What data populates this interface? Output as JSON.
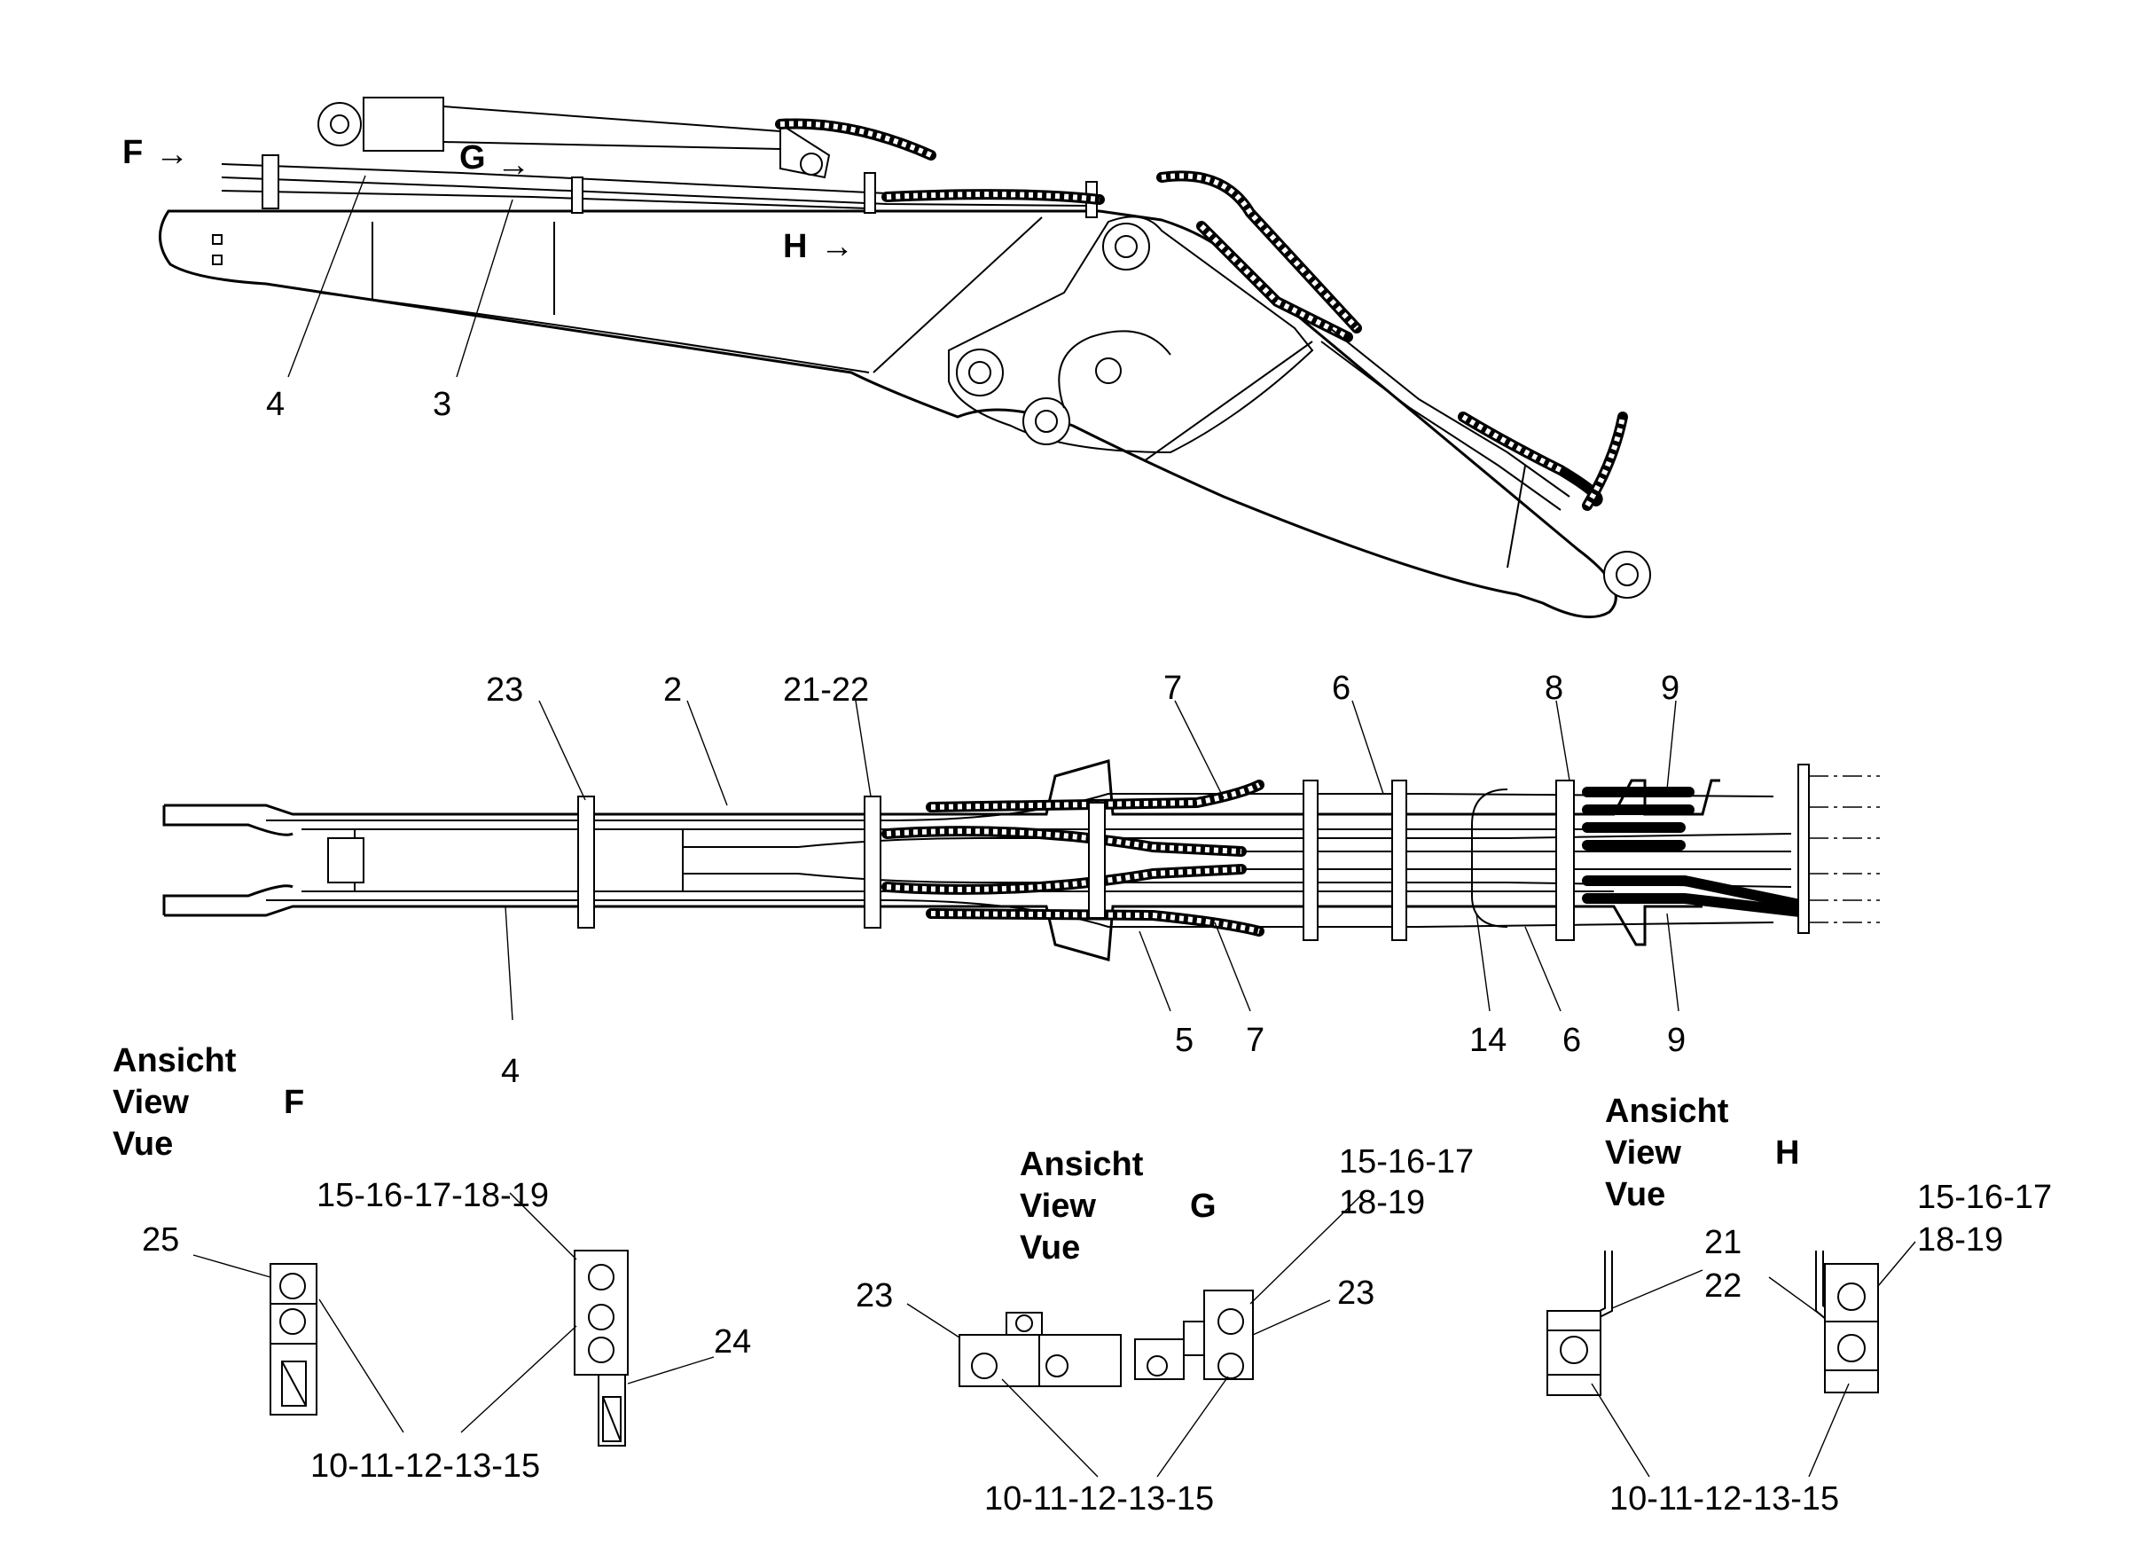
{
  "side_view": {
    "view_markers": [
      {
        "letter": "F",
        "arrow": "→"
      },
      {
        "letter": "G",
        "arrow": "→"
      },
      {
        "letter": "H",
        "arrow": "→"
      }
    ],
    "callouts": [
      "4",
      "3"
    ]
  },
  "top_view": {
    "callouts_top": [
      "23",
      "2",
      "21-22",
      "7",
      "6",
      "8",
      "9"
    ],
    "callouts_bottom": [
      "4",
      "5",
      "7",
      "14",
      "6",
      "9"
    ]
  },
  "detail_views": [
    {
      "id": "F",
      "title_lines": [
        "Ansicht",
        "View",
        "Vue"
      ],
      "letter": "F",
      "callouts": [
        "15-16-17-18-19",
        "25",
        "24",
        "10-11-12-13-15"
      ]
    },
    {
      "id": "G",
      "title_lines": [
        "Ansicht",
        "View",
        "Vue"
      ],
      "letter": "G",
      "callouts": [
        "15-16-17",
        "18-19",
        "23",
        "23",
        "10-11-12-13-15"
      ]
    },
    {
      "id": "H",
      "title_lines": [
        "Ansicht",
        "View",
        "Vue"
      ],
      "letter": "H",
      "callouts": [
        "15-16-17",
        "18-19",
        "21",
        "22",
        "10-11-12-13-15"
      ]
    }
  ]
}
